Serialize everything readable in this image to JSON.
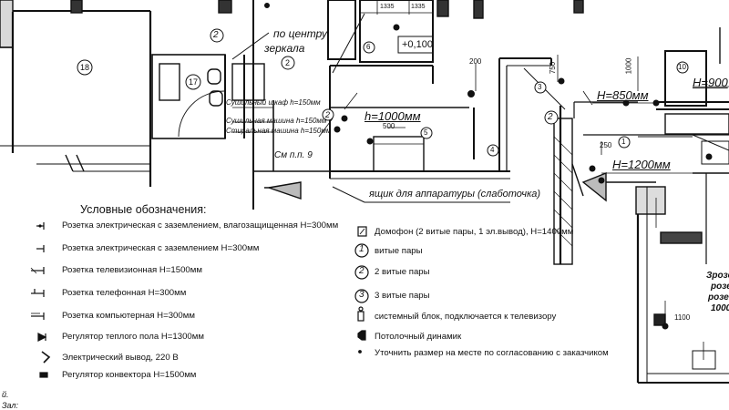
{
  "plan": {
    "notes": {
      "mirror_center": "по центру",
      "mirror_word": "зеркала",
      "dryer_cabinet": "Сушильный шкаф h=150мм",
      "dryer_machine": "Сушильная машина h=150мм",
      "washer": "Стиральная машина h=150мм",
      "see_note": "См п.п. 9",
      "h1000": "h=1000мм",
      "h850": "H=850мм",
      "h900": "H=900",
      "h1200": "H=1200мм",
      "low_voltage_box": "ящик для аппаратуры (слаботочка)",
      "level": "+0,100",
      "dim_1335_a": "1335",
      "dim_1335_b": "1335",
      "dim_200": "200",
      "dim_750": "750",
      "dim_500": "500",
      "dim_250": "250",
      "dim_1000": "1000",
      "dim_1100": "1100"
    },
    "room_numbers": {
      "r18": "18",
      "r17": "17",
      "r6": "6",
      "r2": "2",
      "r3": "3",
      "r4": "4",
      "r5": "5",
      "r1": "1",
      "r10": "10",
      "r2b": "2",
      "r2c": "2",
      "r2d": "2"
    },
    "right_edge_texts": [
      "Зрозет",
      "розет",
      "розет",
      "1000"
    ],
    "bottom_left_marks": [
      "й.",
      "Зал:"
    ]
  },
  "legend": {
    "title": "Условные обозначения:",
    "left_items": [
      {
        "icon": "socket-ground-waterproof-icon",
        "text": "Розетка электрическая с заземлением, влагозащищенная  H=300мм"
      },
      {
        "icon": "socket-ground-icon",
        "text": "Розетка электрическая с заземлением  H=300мм"
      },
      {
        "icon": "tv-socket-icon",
        "text": "Розетка телевизионная H=1500мм"
      },
      {
        "icon": "phone-socket-icon",
        "text": "Розетка телефонная H=300мм"
      },
      {
        "icon": "computer-socket-icon",
        "text": "Розетка компьютерная H=300мм"
      },
      {
        "icon": "floor-heating-regulator-icon",
        "text": "Регулятор теплого пола H=1300мм"
      },
      {
        "icon": "electrical-outlet-icon",
        "text": "Электрический вывод, 220 В"
      },
      {
        "icon": "convector-regulator-icon",
        "text": "Регулятор конвектора H=1500мм"
      }
    ],
    "right_items": [
      {
        "icon": "intercom-icon",
        "text": "Домофон (2 витые пары, 1 эл.вывод), H=1400мм"
      },
      {
        "icon": "twisted-pair-1-icon",
        "num": "1",
        "text": "витые пары"
      },
      {
        "icon": "twisted-pair-2-icon",
        "num": "2",
        "text": "2 витые пары"
      },
      {
        "icon": "twisted-pair-3-icon",
        "num": "3",
        "text": "3 витые пары"
      },
      {
        "icon": "system-unit-icon",
        "text": "системный блок, подключается к телевизору"
      },
      {
        "icon": "ceiling-speaker-icon",
        "text": "Потолочный динамик"
      },
      {
        "icon": "asterisk-note-icon",
        "mark": "*",
        "text": "Уточнить размер на месте по согласованию с заказчиком"
      }
    ]
  }
}
